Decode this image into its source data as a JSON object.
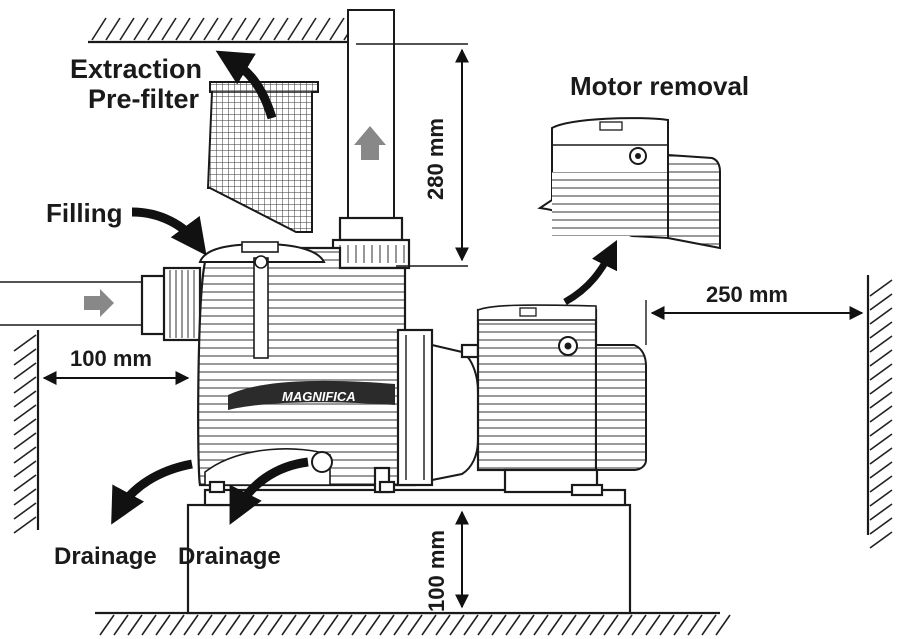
{
  "labels": {
    "extraction": "Extraction",
    "prefilter": "Pre-filter",
    "motor_removal": "Motor removal",
    "filling": "Filling",
    "drainage_left": "Drainage",
    "drainage_right": "Drainage",
    "brand": "MAGNIFICA"
  },
  "dimensions": {
    "top_clearance": "280 mm",
    "side_clearance": "250 mm",
    "inlet_clearance": "100 mm",
    "base_height": "100 mm"
  },
  "colors": {
    "line": "#1a1a1a",
    "flow_arrow": "#888888",
    "brand_band": "#2b2b2b"
  },
  "icons": [
    "flow-up-arrow-icon",
    "flow-right-arrow-icon",
    "curved-arrow-icon"
  ]
}
